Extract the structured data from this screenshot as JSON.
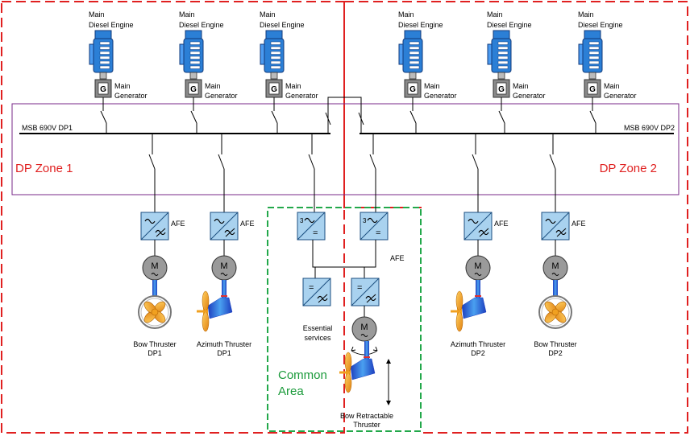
{
  "colors": {
    "zone_border": "#e02020",
    "common_border": "#22a84a",
    "switchboard_border": "#7a2a8a",
    "engine_blue": "#2b7fd6",
    "converter_blue": "#a9d2ef",
    "propeller_orange": "#f0a020"
  },
  "engine_label_line1": "Main",
  "engine_label_line2": "Diesel Engine",
  "generator_label_line1": "Main",
  "generator_label_line2": "Generator",
  "generator_symbol": "G",
  "motor_symbol": "M",
  "busbars": {
    "left": "MSB  690V  DP1",
    "right": "MSB  690V  DP2"
  },
  "zones": {
    "left": "DP Zone 1",
    "right": "DP Zone 2",
    "common_line1": "Common",
    "common_line2": "Area"
  },
  "afe_label": "AFE",
  "converter_marks": {
    "three_phase": "3",
    "equals": "="
  },
  "thrusters": [
    {
      "line1": "Bow Thruster",
      "line2": "DP1",
      "icon": "bow-thruster-icon"
    },
    {
      "line1": "Azimuth Thruster",
      "line2": "DP1",
      "icon": "azimuth-thruster-icon"
    },
    {
      "line1": "Azimuth Thruster",
      "line2": "DP2",
      "icon": "azimuth-thruster-icon"
    },
    {
      "line1": "Bow Thruster",
      "line2": "DP2",
      "icon": "bow-thruster-icon"
    }
  ],
  "common": {
    "essential_line1": "Essential",
    "essential_line2": "services",
    "retract_line1": "Bow Retractable",
    "retract_line2": "Thruster"
  }
}
